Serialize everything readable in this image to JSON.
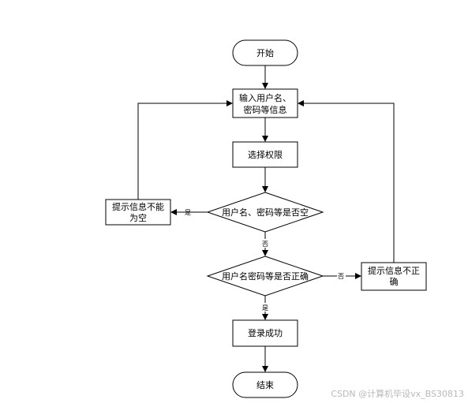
{
  "nodes": {
    "start": "开始",
    "input_line1": "输入用户名、",
    "input_line2": "密码等信息",
    "select": "选择权限",
    "check_empty": "用户名、密码等是否空",
    "empty_line1": "提示信息不能",
    "empty_line2": "为空",
    "check_correct": "用户名密码等是否正确",
    "wrong_line1": "提示信息不正",
    "wrong_line2": "确",
    "success": "登录成功",
    "end": "结束"
  },
  "edges": {
    "empty_yes": "是",
    "empty_no": "否",
    "correct_no": "否",
    "correct_yes": "是"
  },
  "watermark": "CSDN @计算机毕设vx_BS30813"
}
